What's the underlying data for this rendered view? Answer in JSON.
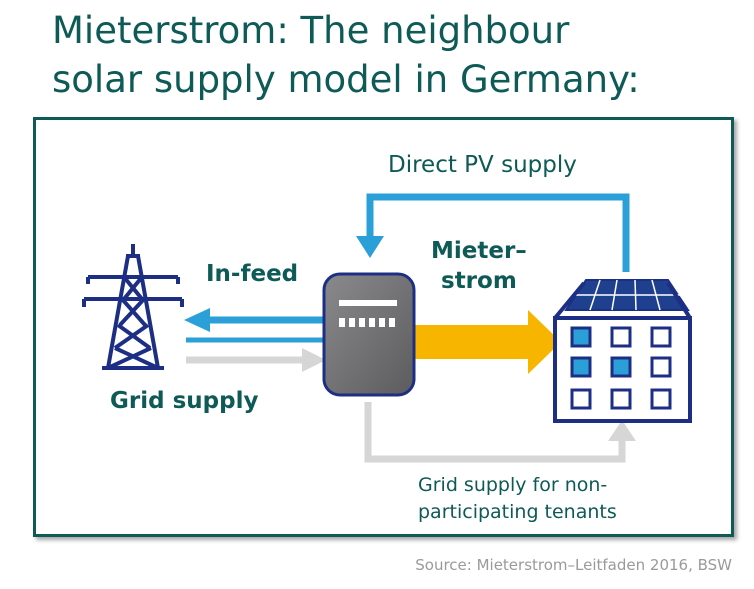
{
  "title": {
    "line1": "Mieterstrom: The neighbour",
    "line2": "solar supply model in Germany:"
  },
  "diagram": {
    "labels": {
      "direct_pv": "Direct PV supply",
      "in_feed": "In-feed",
      "mieterstrom": "Mieter–\nstrom",
      "grid_supply": "Grid supply",
      "non_participating": "Grid supply for non-\nparticipating tenants"
    },
    "icons": {
      "pylon": "power-pylon-icon",
      "meter": "electricity-meter-icon",
      "building": "solar-building-icon"
    },
    "colors": {
      "title": "#0d5a57",
      "pv_flow": "#2a9fd8",
      "mieterstrom_flow": "#f7b500",
      "grid_flow": "#d6d6d6",
      "meter_body": "#6e6e70",
      "panel": "#1f3f8f",
      "outline": "#1d2f85"
    }
  },
  "source": "Source: Mieterstrom–Leitfaden 2016, BSW"
}
